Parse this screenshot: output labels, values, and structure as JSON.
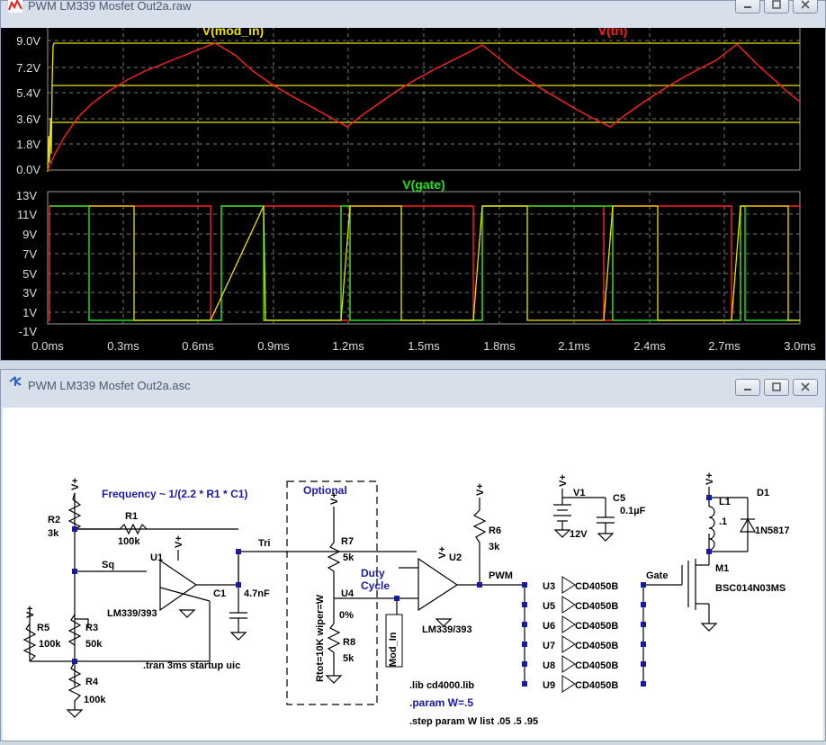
{
  "waveform_window": {
    "title": "PWM LM339 Mosfet Out2a.raw",
    "traces": {
      "mod_in": {
        "label": "V(mod_in)",
        "color": "#e8e000"
      },
      "tri": {
        "label": "V(tri)",
        "color": "#ff2020"
      },
      "gate": {
        "label": "V(gate)",
        "color": "#20e020"
      }
    },
    "top_pane_yticks": [
      "9.0V",
      "7.2V",
      "5.4V",
      "3.6V",
      "1.8V",
      "0.0V"
    ],
    "bottom_pane_yticks": [
      "13V",
      "11V",
      "9V",
      "7V",
      "5V",
      "3V",
      "1V",
      "-1V"
    ],
    "xticks": [
      "0.0ms",
      "0.3ms",
      "0.6ms",
      "0.9ms",
      "1.2ms",
      "1.5ms",
      "1.8ms",
      "2.1ms",
      "2.4ms",
      "2.7ms",
      "3.0ms"
    ]
  },
  "schematic_window": {
    "title": "PWM LM339 Mosfet Out2a.asc",
    "labels": {
      "frequency": "Frequency ~ 1/(2.2 * R1 * C1)",
      "optional": "Optional",
      "duty": "Duty",
      "cycle": "Cycle",
      "tran": ".tran 3ms startup uic",
      "lib": ".lib cd4000.lib",
      "param": ".param W=.5",
      "step": ".step param W list .05 .5 .95",
      "rtot": "Rtot=10K wiper=W",
      "mod_in": "Mod_In",
      "tri": "Tri",
      "sq": "Sq",
      "pwm": "PWM",
      "gate": "Gate",
      "vplus": "V+"
    },
    "components": {
      "R1": "R1",
      "R1v": "100k",
      "R2": "R2",
      "R2v": "3k",
      "R3": "R3",
      "R3v": "50k",
      "R4": "R4",
      "R4v": "100k",
      "R5": "R5",
      "R5v": "100k",
      "R6": "R6",
      "R6v": "3k",
      "R7": "R7",
      "R7v": "5k",
      "R8": "R8",
      "R8v": "5k",
      "C1": "C1",
      "C1v": "4.7nF",
      "C5": "C5",
      "C5v": "0.1µF",
      "V1": "V1",
      "V1v": "12V",
      "U1": "U1",
      "U2": "U2",
      "U1v": "LM339/393",
      "U2v": "LM339/393",
      "U4": "U4",
      "U4v": "0%",
      "L1": "L1",
      "L1v": ".1",
      "D1": "D1",
      "D1v": "1N5817",
      "M1": "M1",
      "M1v": "BSC014N03MS",
      "buffers": [
        {
          "ref": "U3",
          "part": "CD4050B"
        },
        {
          "ref": "U5",
          "part": "CD4050B"
        },
        {
          "ref": "U6",
          "part": "CD4050B"
        },
        {
          "ref": "U7",
          "part": "CD4050B"
        },
        {
          "ref": "U8",
          "part": "CD4050B"
        },
        {
          "ref": "U9",
          "part": "CD4050B"
        }
      ]
    }
  }
}
